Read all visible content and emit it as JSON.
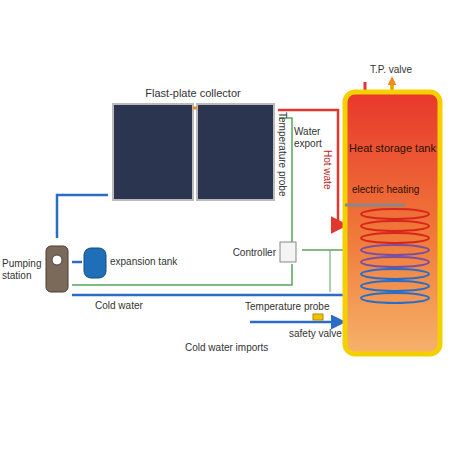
{
  "diagram": {
    "nodes": [
      {
        "text": [
          "Flast-plate collector"
        ]
      },
      {
        "text": [
          "Heat storage tank"
        ]
      },
      {
        "text": [
          "Pumping station"
        ]
      },
      {
        "text": [
          "expansion tank"
        ]
      },
      {
        "text": [
          "Controller"
        ]
      }
    ],
    "edges": [
      {
        "from": 0,
        "to": 1,
        "label": "Hot wate",
        "arrow": "to"
      },
      {
        "from": 2,
        "to": 0,
        "arrow": "none"
      },
      {
        "from": 1,
        "to": 2,
        "label": "Cold water",
        "arrow": "none"
      },
      {
        "from": 2,
        "to": 3,
        "arrow": "none"
      },
      {
        "from": 4,
        "to": 1,
        "arrow": "none"
      },
      {
        "from": 4,
        "to": 2,
        "arrow": "none"
      }
    ],
    "labels": [
      "T.P. valve",
      "Water export",
      "Temperature probe",
      "electric heating",
      "Temperature probe",
      "safety valve",
      "Cold water imports"
    ]
  }
}
